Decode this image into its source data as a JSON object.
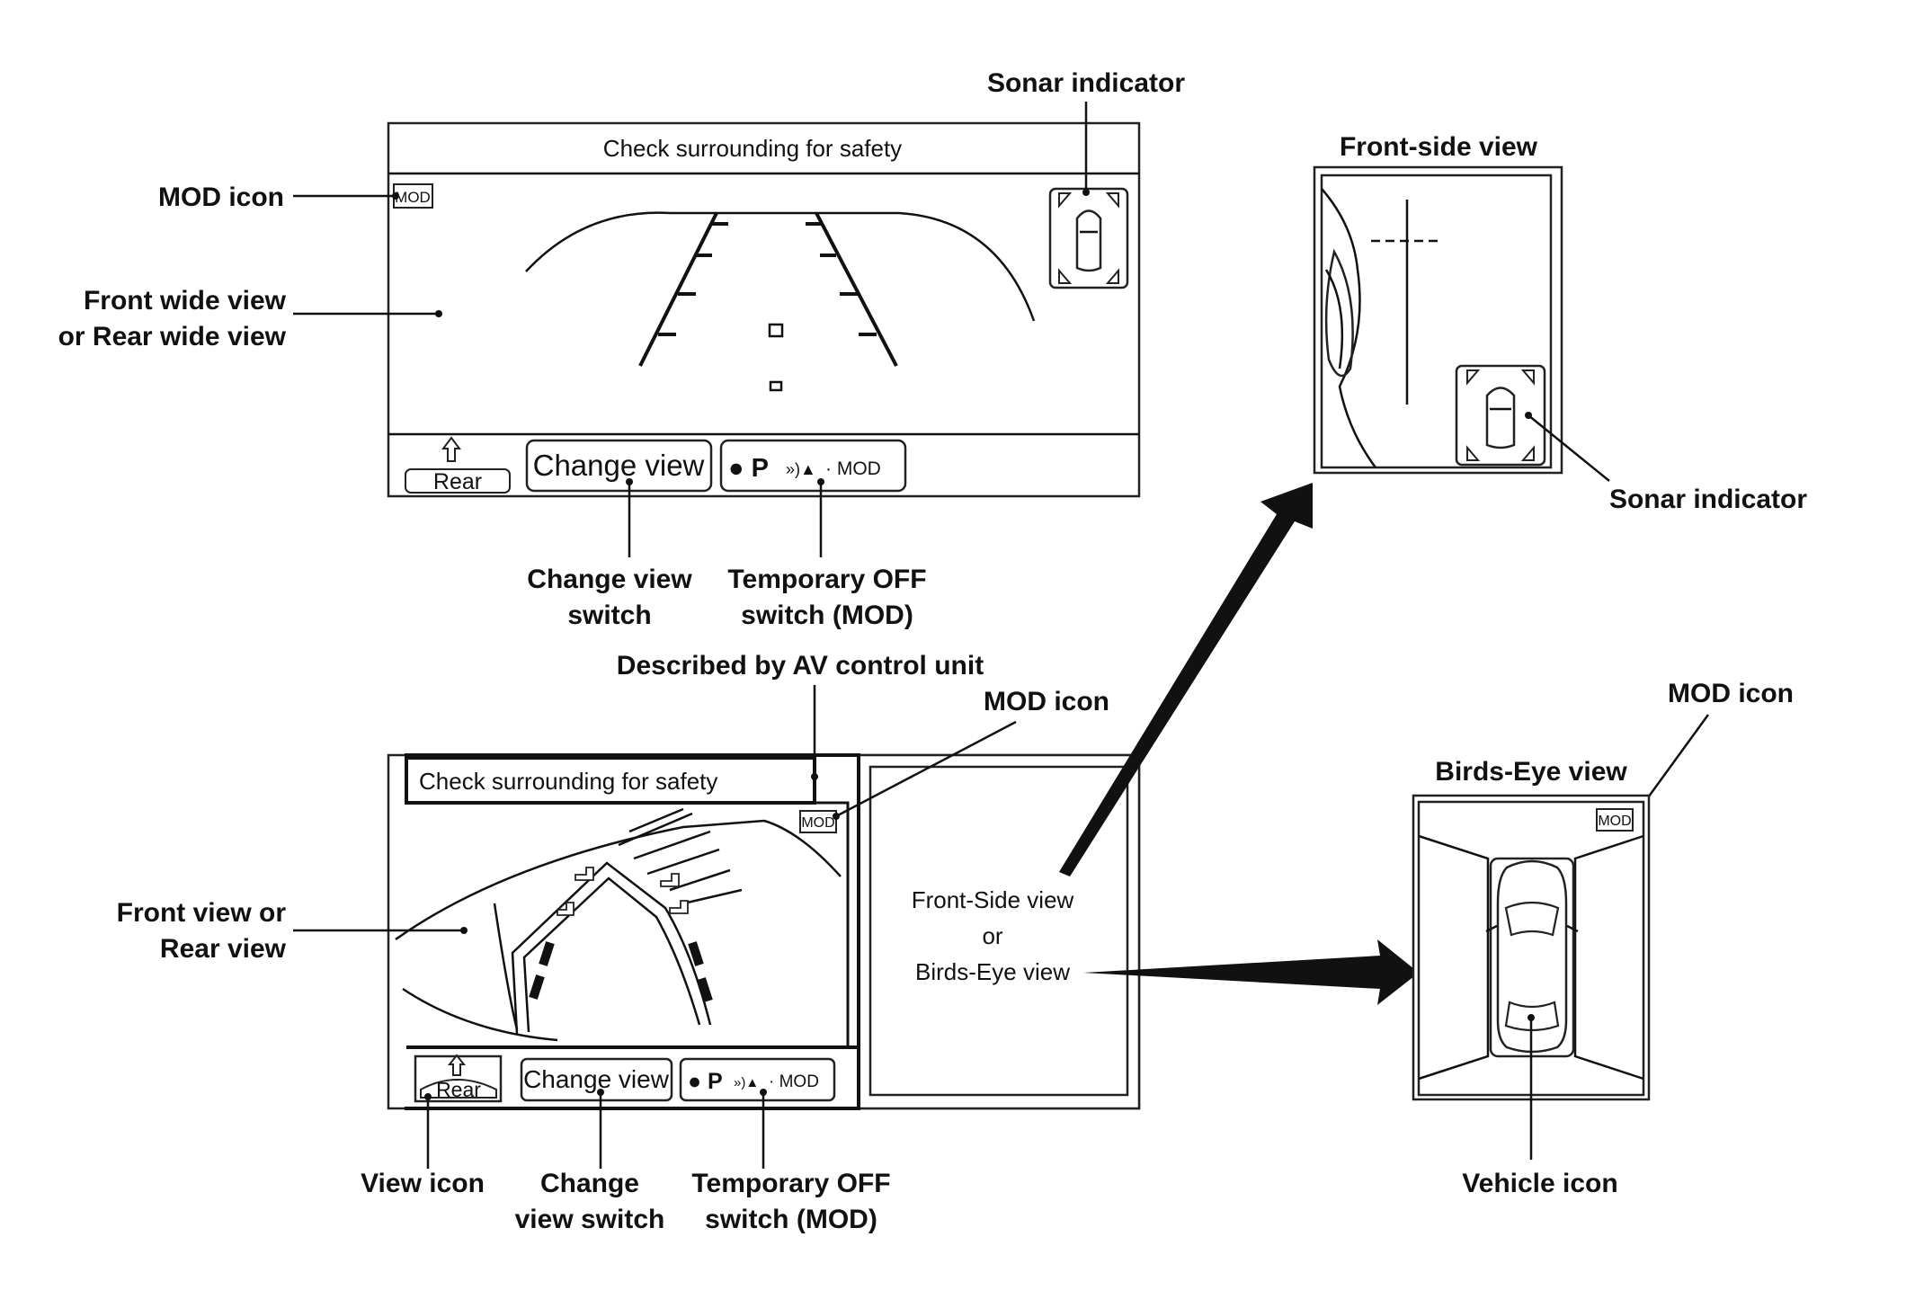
{
  "top_screen": {
    "header": "Check surrounding for safety",
    "mod_icon": "MOD",
    "view_icon_label": "Rear",
    "change_view": "Change view",
    "temp_off": "● P",
    "temp_off_mod": "· MOD"
  },
  "bottom_screen": {
    "header": "Check surrounding for safety",
    "mod_icon": "MOD",
    "view_icon_label": "Rear",
    "change_view": "Change view",
    "temp_off": "● P",
    "temp_off_mod": "· MOD",
    "right_pane": [
      "Front-Side view",
      "or",
      "Birds-Eye view"
    ]
  },
  "front_side_view": {
    "title": "Front-side view"
  },
  "birds_eye_view": {
    "title": "Birds-Eye view",
    "mod_icon": "MOD"
  },
  "callouts": {
    "sonar_indicator_top": "Sonar indicator",
    "mod_icon_top": "MOD icon",
    "front_wide_view": [
      "Front wide view",
      "or Rear wide view"
    ],
    "change_view_switch_top": [
      "Change view",
      "switch"
    ],
    "temporary_off_top": [
      "Temporary OFF",
      "switch (MOD)"
    ],
    "described_by": "Described by AV control unit",
    "mod_icon_mid": "MOD icon",
    "front_view_or_rear": [
      "Front view or",
      "Rear view"
    ],
    "view_icon": "View icon",
    "change_view_switch_bottom": [
      "Change",
      "view switch"
    ],
    "temporary_off_bottom": [
      "Temporary OFF",
      "switch (MOD)"
    ],
    "sonar_indicator_right": "Sonar indicator",
    "mod_icon_right": "MOD icon",
    "vehicle_icon": "Vehicle icon"
  },
  "icons": [
    "sonar-waves-icon",
    "car-top-view-icon",
    "arrow-icon"
  ]
}
